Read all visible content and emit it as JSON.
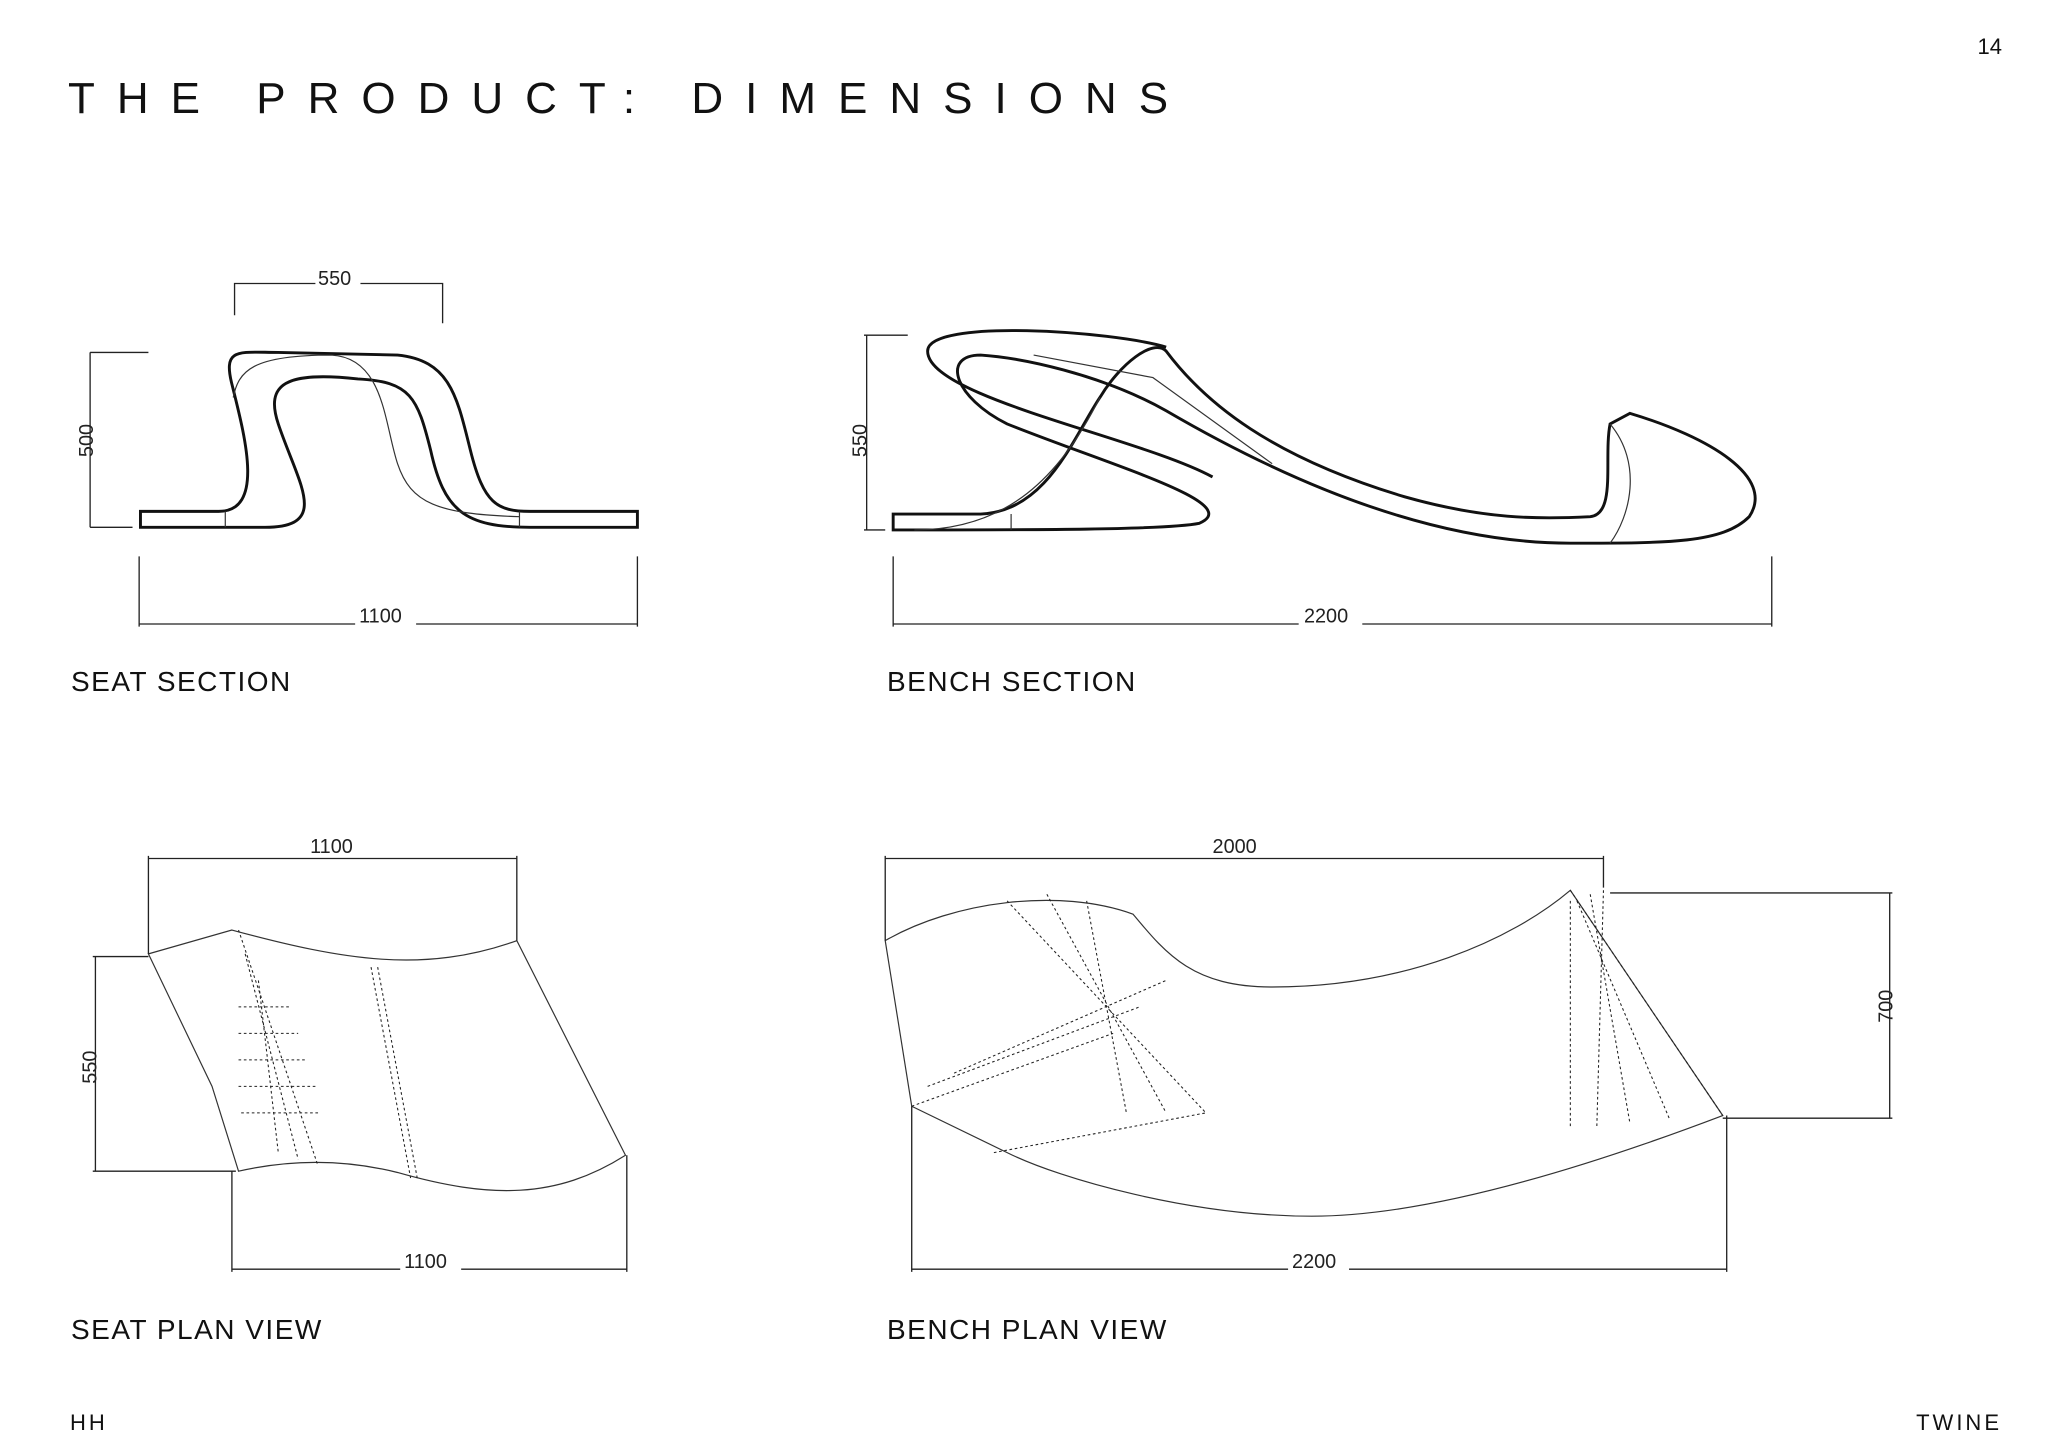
{
  "page_number": "14",
  "title": "THE PRODUCT: DIMENSIONS",
  "views": {
    "seat_section": {
      "caption": "SEAT SECTION",
      "dims": {
        "top_width": "550",
        "height": "500",
        "length": "1100"
      }
    },
    "bench_section": {
      "caption": "BENCH SECTION",
      "dims": {
        "height": "550",
        "length": "2200"
      }
    },
    "seat_plan": {
      "caption": "SEAT PLAN VIEW",
      "dims": {
        "top_length": "1100",
        "depth": "550",
        "bottom_length": "1100"
      }
    },
    "bench_plan": {
      "caption": "BENCH PLAN VIEW",
      "dims": {
        "top_length": "2000",
        "depth": "700",
        "bottom_length": "2200"
      }
    }
  },
  "footer": {
    "left": "HH",
    "right": "TWINE"
  }
}
